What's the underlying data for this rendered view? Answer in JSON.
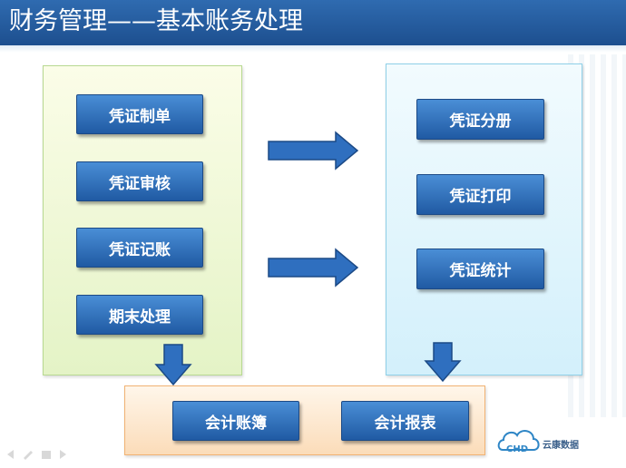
{
  "slide": {
    "title": "财务管理——基本账务处理"
  },
  "left_panel": {
    "items": [
      "凭证制单",
      "凭证审核",
      "凭证记账",
      "期末处理"
    ]
  },
  "right_panel": {
    "items": [
      "凭证分册",
      "凭证打印",
      "凭证统计"
    ]
  },
  "bottom_panel": {
    "items": [
      "会计账簿",
      "会计报表"
    ]
  },
  "logo": {
    "text": "CHD",
    "subtext": "云康数据"
  },
  "colors": {
    "title_bar": "#1d4f8f",
    "button": "#2f6fbf",
    "left_panel": "#e4f3c6",
    "right_panel": "#d3f0fb",
    "bottom_panel": "#fbdcb9",
    "arrow": "#2f6fbf"
  }
}
